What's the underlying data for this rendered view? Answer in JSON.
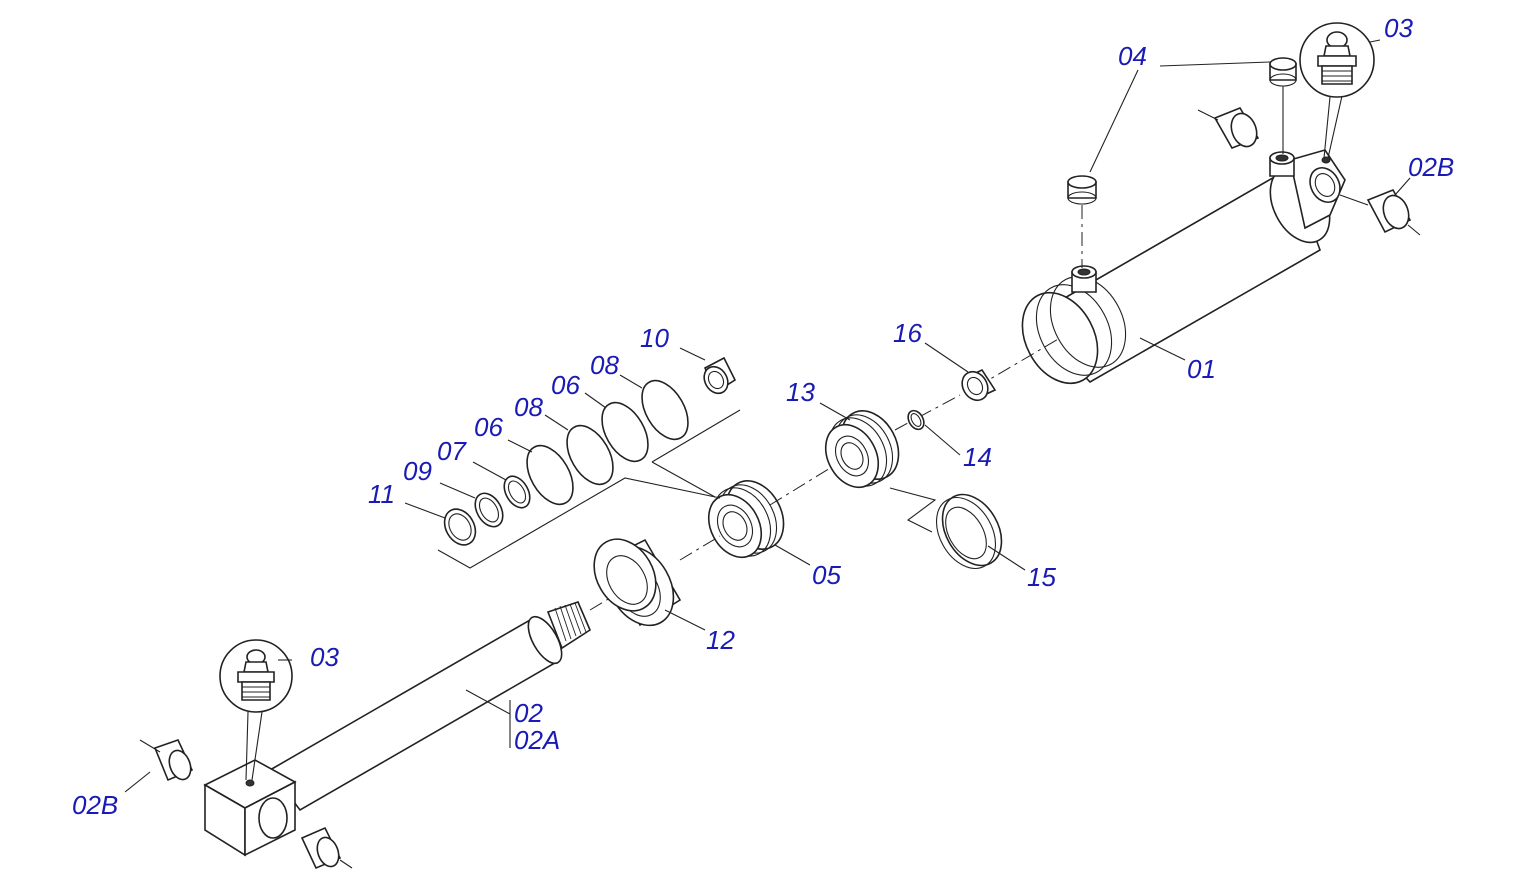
{
  "labels": {
    "l01": "01",
    "l02": "02",
    "l02a": "02A",
    "l02b_top": "02B",
    "l02b_bottom": "02B",
    "l03_top": "03",
    "l03_bottom": "03",
    "l04": "04",
    "l05": "05",
    "l06_a": "06",
    "l06_b": "06",
    "l07": "07",
    "l08_a": "08",
    "l08_b": "08",
    "l09": "09",
    "l10": "10",
    "l11": "11",
    "l12": "12",
    "l13": "13",
    "l14": "14",
    "l15": "15",
    "l16": "16"
  },
  "colors": {
    "label": "#1a1ab4",
    "line": "#222222",
    "background": "#ffffff"
  }
}
